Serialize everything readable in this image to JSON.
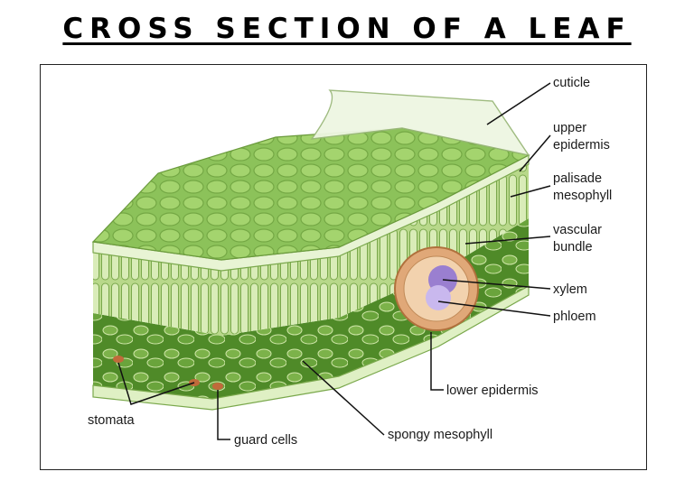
{
  "title": "CROSS SECTION OF A LEAF",
  "labels": {
    "cuticle": "cuticle",
    "upper_epidermis_1": "upper",
    "upper_epidermis_2": "epidermis",
    "palisade_1": "palisade",
    "palisade_2": "mesophyll",
    "vascular_1": "vascular",
    "vascular_2": "bundle",
    "xylem": "xylem",
    "phloem": "phloem",
    "lower_epidermis": "lower epidermis",
    "stomata": "stomata",
    "guard_cells": "guard cells",
    "spongy": "spongy mesophyll"
  },
  "colors": {
    "leaf_top": "#8cc25a",
    "palisade": "#c9e0a0",
    "spongy": "#5f9a32",
    "vascular": "#e0a878",
    "xylem": "#9a7fd0"
  }
}
